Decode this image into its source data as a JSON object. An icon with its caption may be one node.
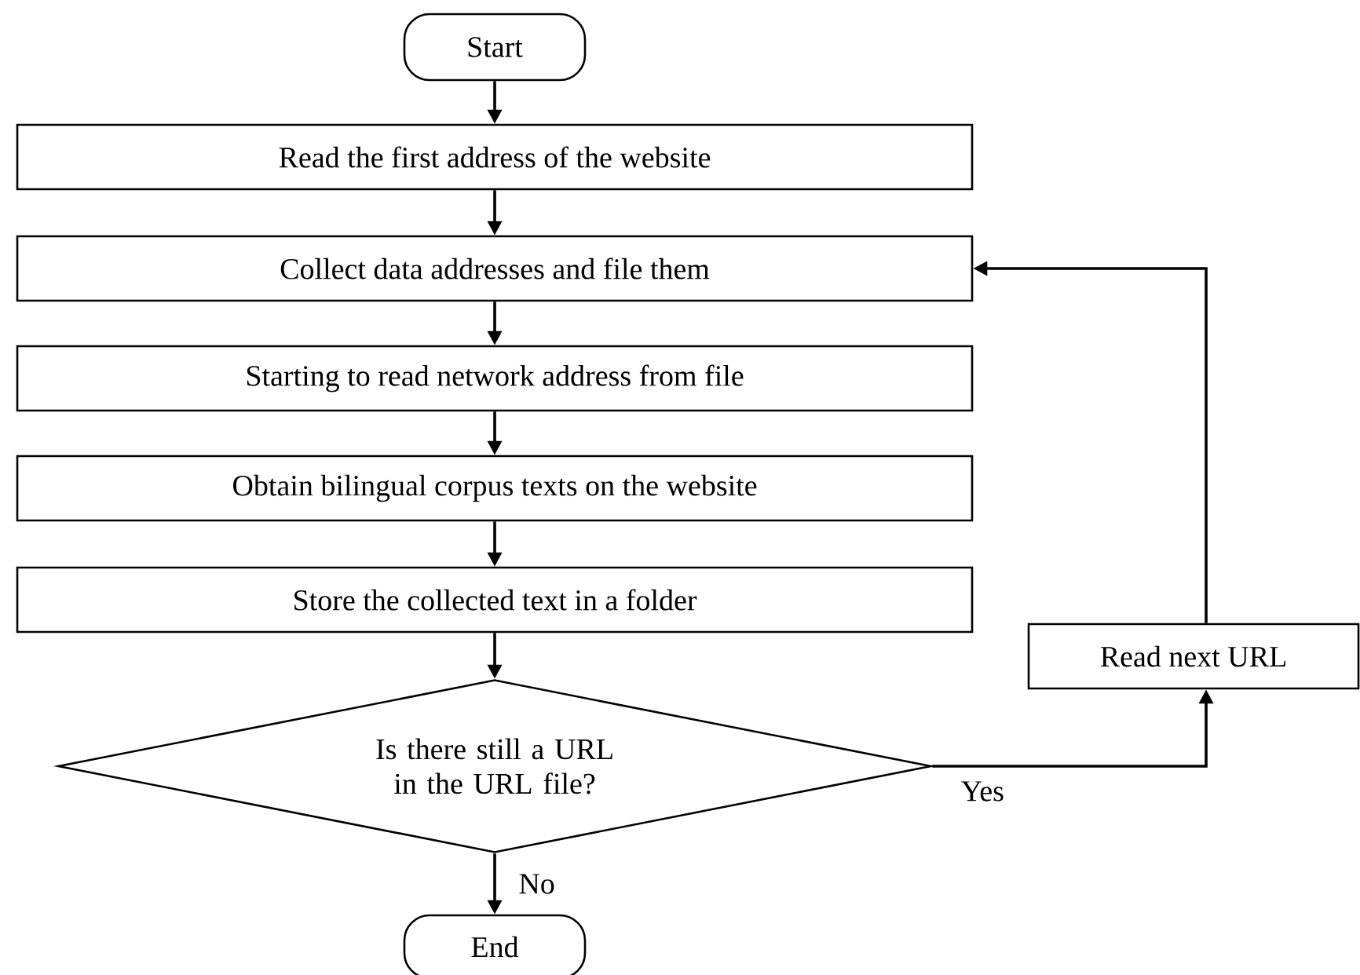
{
  "diagram": {
    "nodes": [
      {
        "text": [
          "Start"
        ]
      },
      {
        "text": [
          "Read the first address of the website"
        ]
      },
      {
        "text": [
          "Collect data addresses and file them"
        ]
      },
      {
        "text": [
          "Starting to read network address from file"
        ]
      },
      {
        "text": [
          "Obtain bilingual corpus texts on the website"
        ]
      },
      {
        "text": [
          "Store the collected text in a folder"
        ]
      },
      {
        "text": [
          "Is there still a URL in the URL file?"
        ]
      },
      {
        "text": [
          "End"
        ]
      },
      {
        "text": [
          "Read next URL"
        ]
      }
    ],
    "edges": [
      {
        "from": 0,
        "to": 1,
        "arrow": "to"
      },
      {
        "from": 1,
        "to": 2,
        "arrow": "to"
      },
      {
        "from": 2,
        "to": 3,
        "arrow": "to"
      },
      {
        "from": 3,
        "to": 4,
        "arrow": "to"
      },
      {
        "from": 4,
        "to": 5,
        "arrow": "to"
      },
      {
        "from": 5,
        "to": 6,
        "arrow": "to"
      },
      {
        "from": 6,
        "to": 7,
        "arrow": "to",
        "label": "No"
      },
      {
        "from": 6,
        "to": 8,
        "arrow": "to",
        "label": "Yes"
      },
      {
        "from": 8,
        "to": 2,
        "arrow": "to"
      }
    ]
  }
}
